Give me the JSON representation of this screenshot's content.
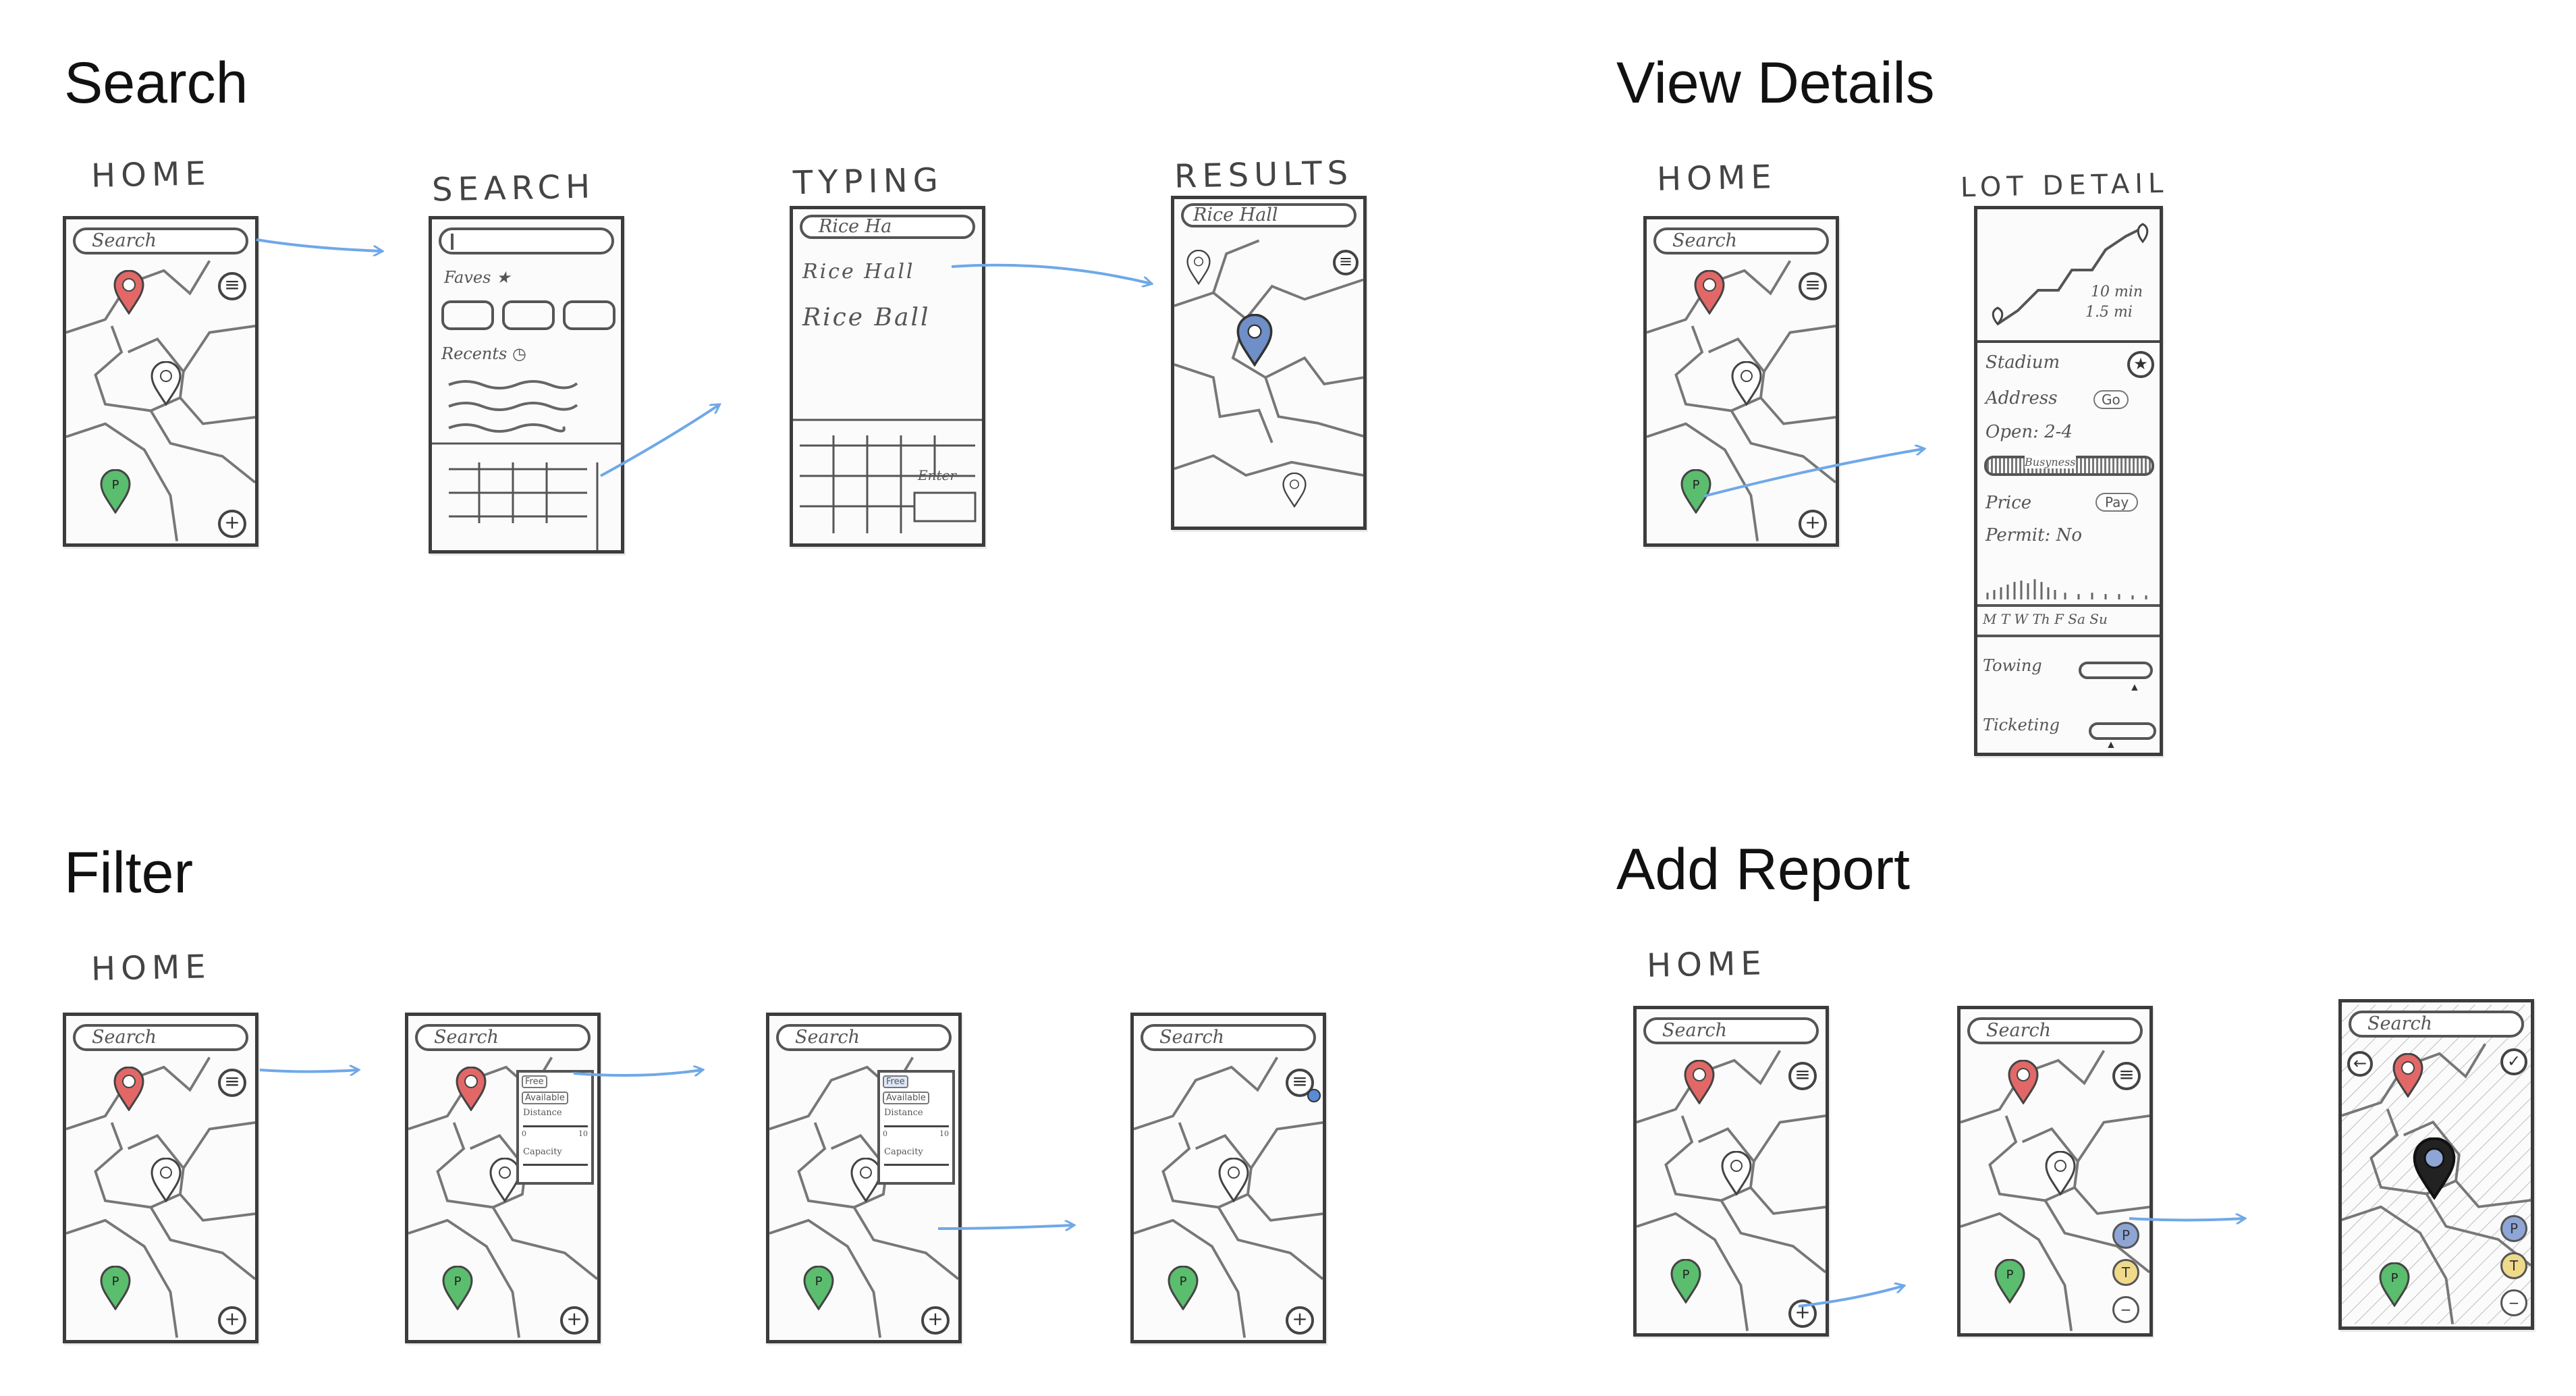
{
  "sections": {
    "search": "Search",
    "view_details": "View Details",
    "filter": "Filter",
    "add_report": "Add Report"
  },
  "screens": {
    "home": "HOME",
    "search": "SEARCH",
    "typing": "TYPING",
    "results": "RESULTS",
    "lot_detail": "LOT DETAIL"
  },
  "searchbar": {
    "placeholder": "Search",
    "typing_value": "Rice Ha",
    "results_value": "Rice Hall"
  },
  "search_screen": {
    "faves": "Faves ★",
    "recents": "Recents ◷"
  },
  "typing_screen": {
    "suggestions": [
      "Rice Hall",
      "Rice Ball"
    ],
    "enter_key": "Enter"
  },
  "pins": {
    "label": "P"
  },
  "buttons": {
    "menu_glyph": "≡",
    "add_glyph": "+"
  },
  "lot_detail": {
    "route_time": "10 min",
    "route_distance": "1.5 mi",
    "name": "Stadium",
    "address_label": "Address",
    "address_chip": "Go",
    "open_label": "Open: 2-4",
    "busyness_label": "Busyness",
    "price_label": "Price",
    "price_chip": "Pay",
    "permit_label": "Permit: No",
    "weekdays": "M T W Th F Sa Su",
    "towing_label": "Towing",
    "ticketing_label": "Ticketing"
  },
  "filter_panel": {
    "options": [
      "Free",
      "Available",
      "Distance"
    ],
    "range_min": "0",
    "range_max": "10",
    "capacity_label": "Capacity"
  },
  "report": {
    "badges": [
      "P",
      "T"
    ],
    "remove_glyph": "−",
    "back_glyph": "←",
    "confirm_glyph": "✓"
  },
  "colors": {
    "pin_red": "#e26868",
    "pin_green": "#5bbd6e",
    "pin_blue": "#6f8fc8",
    "arrow": "#6fa8e8",
    "badge_blue": "#8ea6d6",
    "badge_yellow": "#efd98a"
  }
}
